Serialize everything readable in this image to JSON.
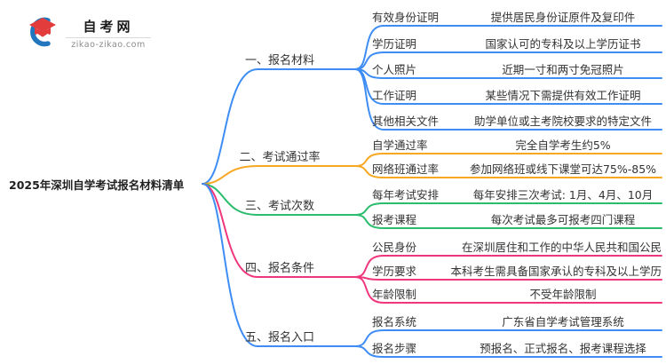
{
  "logo": {
    "site_name": "自考网",
    "domain": "zikao-zikao.com",
    "icon": "graduation-cap-icon",
    "crescent_color": "#2176bd",
    "cap_color": "#e23c3c"
  },
  "title": "2025年深圳自学考试报名材料清单",
  "colors": {
    "blue": "#3d8df5",
    "orange": "#f7a823",
    "green": "#2bbd6d",
    "pink": "#f0367c",
    "text": "#333333"
  },
  "branches": [
    {
      "label": "一、报名材料",
      "color": "#3d8df5",
      "children": [
        {
          "key": "有效身份证明",
          "value": "提供居民身份证原件及复印件"
        },
        {
          "key": "学历证明",
          "value": "国家认可的专科及以上学历证书"
        },
        {
          "key": "个人照片",
          "value": "近期一寸和两寸免冠照片"
        },
        {
          "key": "工作证明",
          "value": "某些情况下需提供有效工作证明"
        },
        {
          "key": "其他相关文件",
          "value": "助学单位或主考院校要求的特定文件"
        }
      ]
    },
    {
      "label": "二、考试通过率",
      "color": "#f7a823",
      "children": [
        {
          "key": "自学通过率",
          "value": "完全自学考生约5%"
        },
        {
          "key": "网络班通过率",
          "value": "参加网络班或线下课堂可达75%-85%"
        }
      ]
    },
    {
      "label": "三、考试次数",
      "color": "#2bbd6d",
      "children": [
        {
          "key": "每年考试安排",
          "value": "每年安排三次考试: 1月、4月、10月"
        },
        {
          "key": "报考课程",
          "value": "每次考试最多可报考四门课程"
        }
      ]
    },
    {
      "label": "四、报名条件",
      "color": "#f0367c",
      "children": [
        {
          "key": "公民身份",
          "value": "在深圳居住和工作的中华人民共和国公民"
        },
        {
          "key": "学历要求",
          "value": "本科考生需具备国家承认的专科及以上学历"
        },
        {
          "key": "年龄限制",
          "value": "不受年龄限制"
        }
      ]
    },
    {
      "label": "五、报名入口",
      "color": "#3d8df5",
      "children": [
        {
          "key": "报名系统",
          "value": "广东省自学考试管理系统"
        },
        {
          "key": "报名步骤",
          "value": "预报名、正式报名、报考课程选择"
        }
      ]
    }
  ]
}
